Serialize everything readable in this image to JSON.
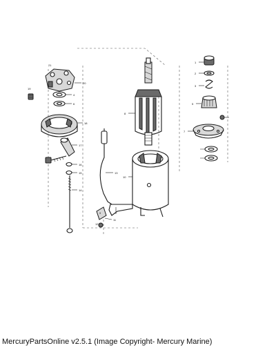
{
  "footer": {
    "caption": "MercuryPartsOnline v2.5.1 (Image Copyright- Mercury Marine)"
  },
  "callouts": {
    "c1": "1",
    "c2": "2",
    "c3": "3",
    "c4": "4",
    "c5": "5",
    "c6": "6",
    "c7": "7",
    "c8": "8",
    "c9": "9",
    "c10": "10",
    "c11": "11",
    "c12": "12",
    "c13": "13",
    "c14": "14",
    "c15": "15",
    "c16": "16",
    "c17": "17",
    "c18": "18",
    "c19": "19",
    "c20": "20",
    "c21": "21"
  }
}
